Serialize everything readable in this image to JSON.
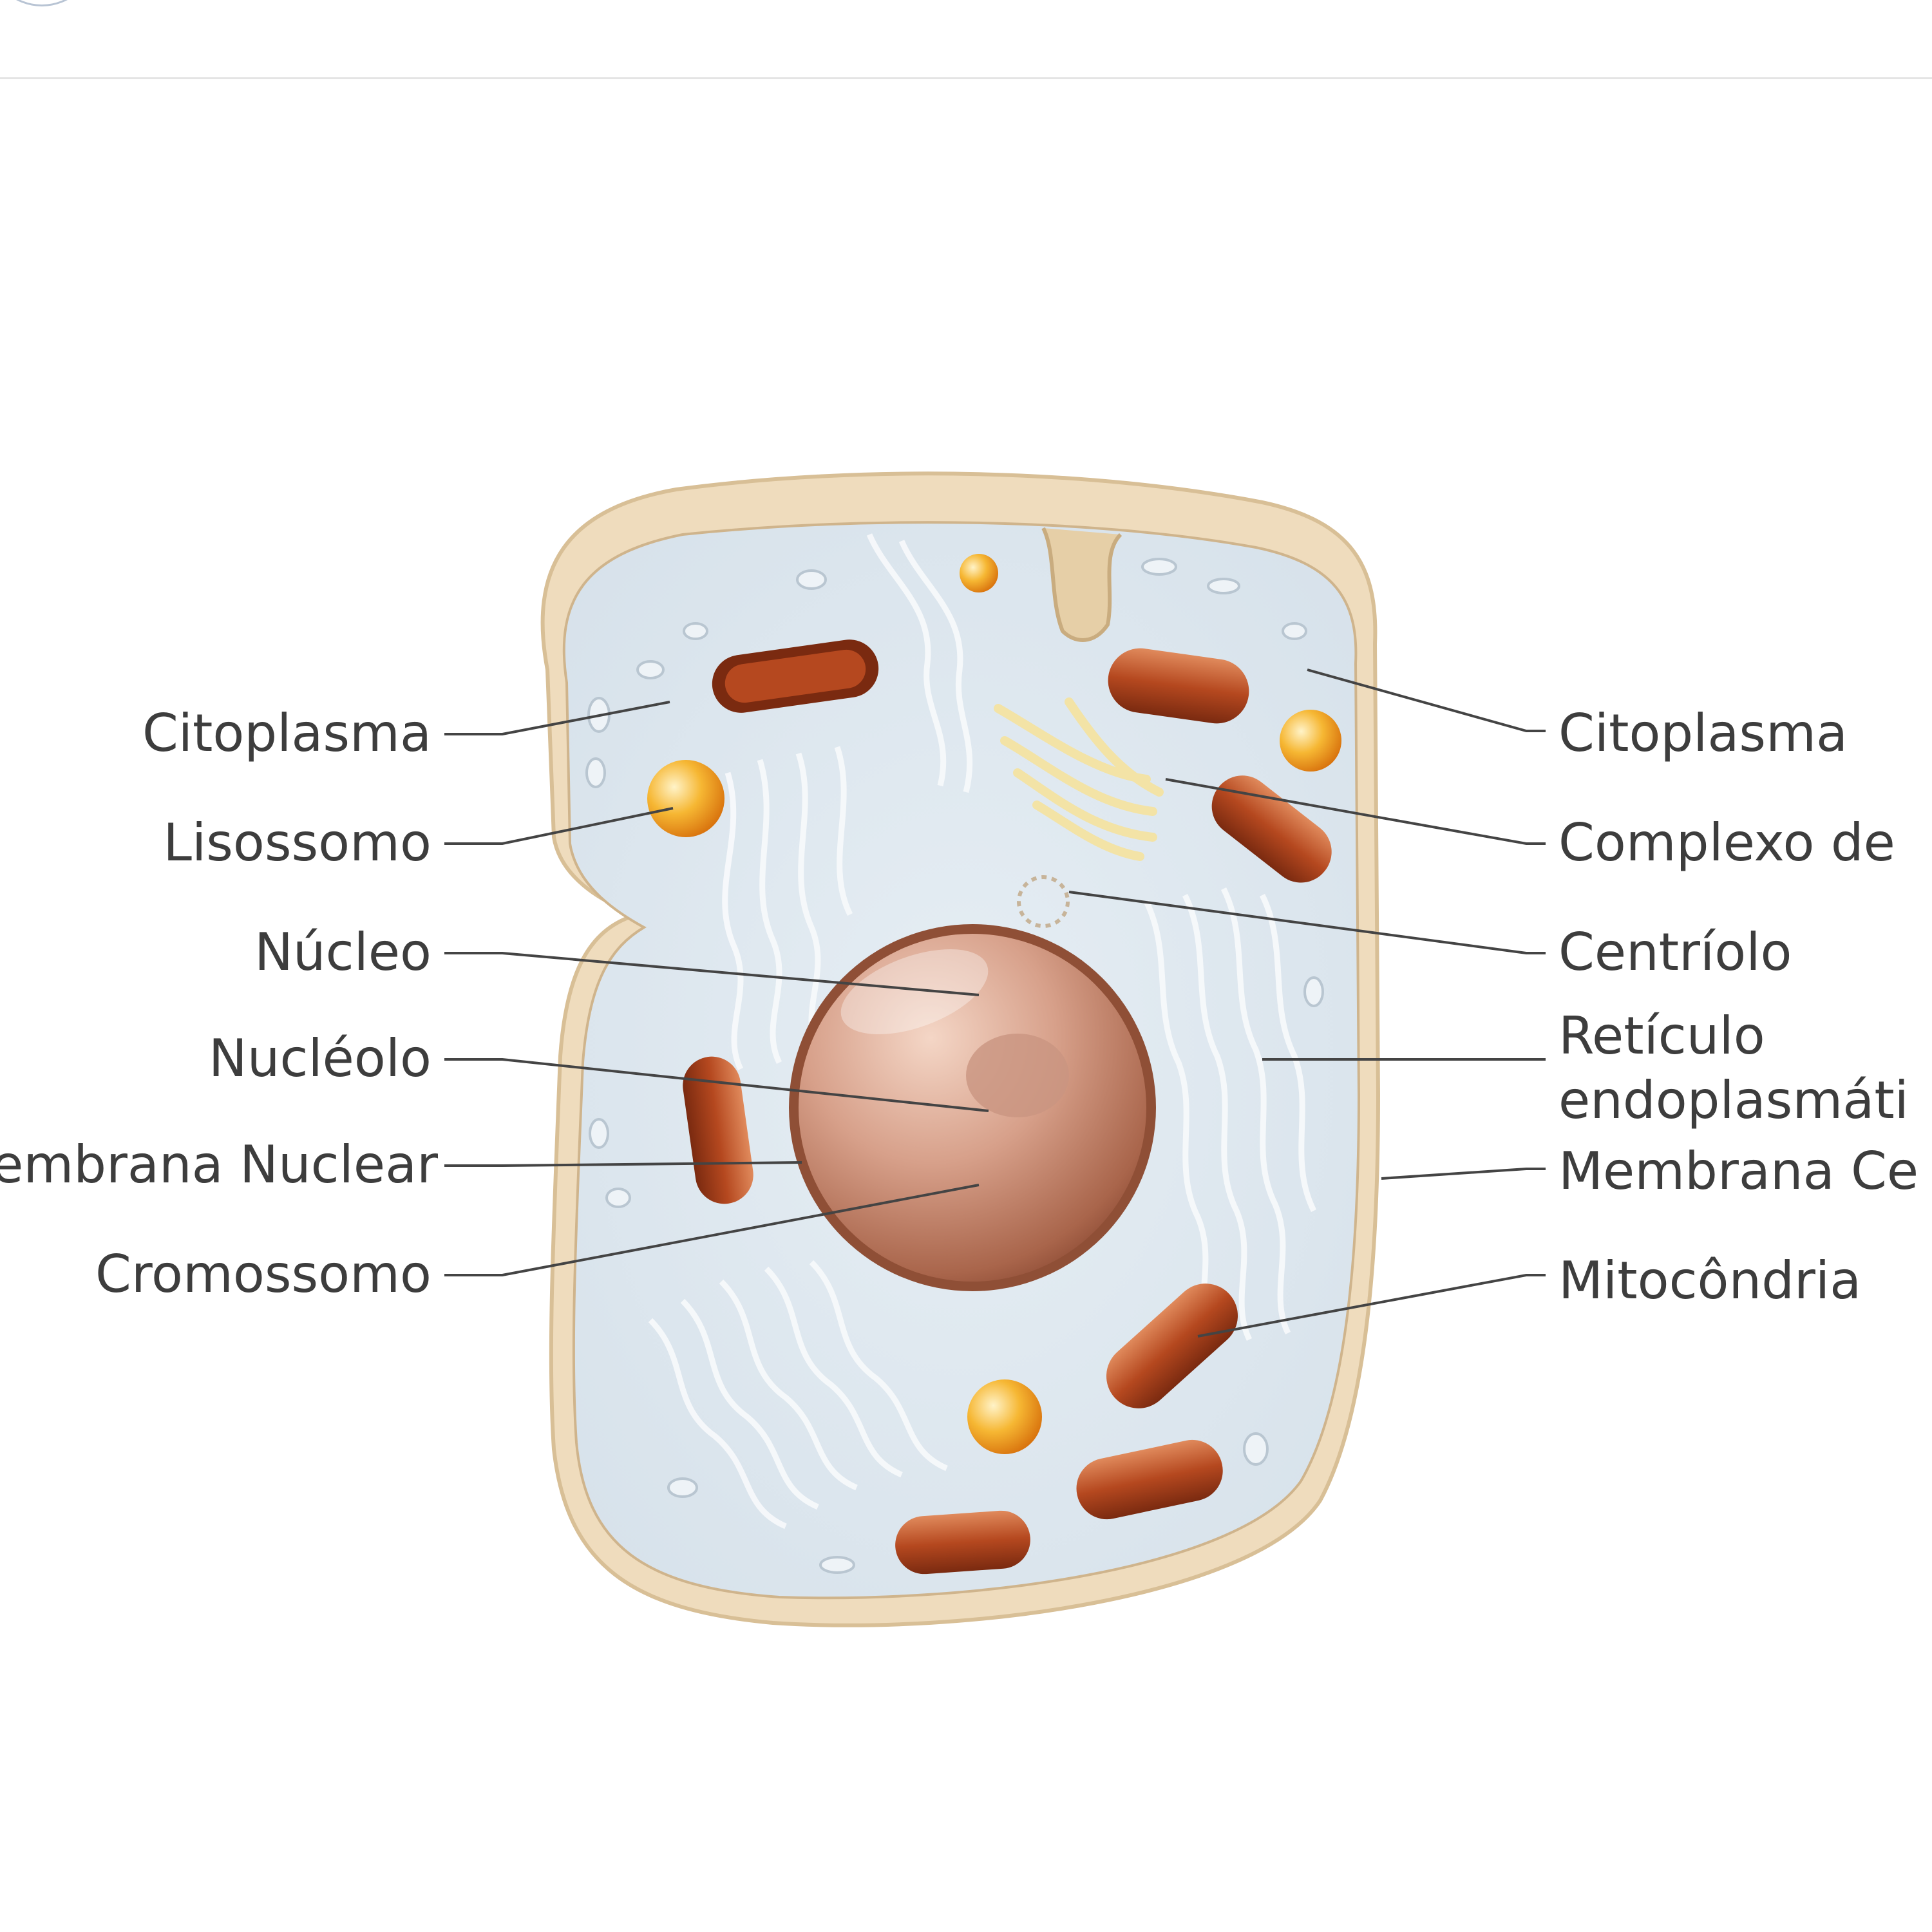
{
  "labels_left": [
    "Citoplasma",
    "Lisossomo",
    "Núcleo",
    "Nucléolo",
    "Membrana Nuclear",
    "Cromossomo"
  ],
  "labels_right": [
    "Citoplasma",
    "Complexo de",
    "Centríolo",
    "Retículo",
    "endoplasmáti",
    "Membrana Ce",
    "Mitocôndria"
  ],
  "colors": {
    "cytoplasm": "#dfe8ef",
    "cell_wall": "#efdcbd",
    "nucleus": "#b8745a",
    "mitochondria": "#b5481f",
    "lysosome": "#f2a51c",
    "golgi": "#f3e3a6",
    "label_text": "#3d3d3d"
  }
}
